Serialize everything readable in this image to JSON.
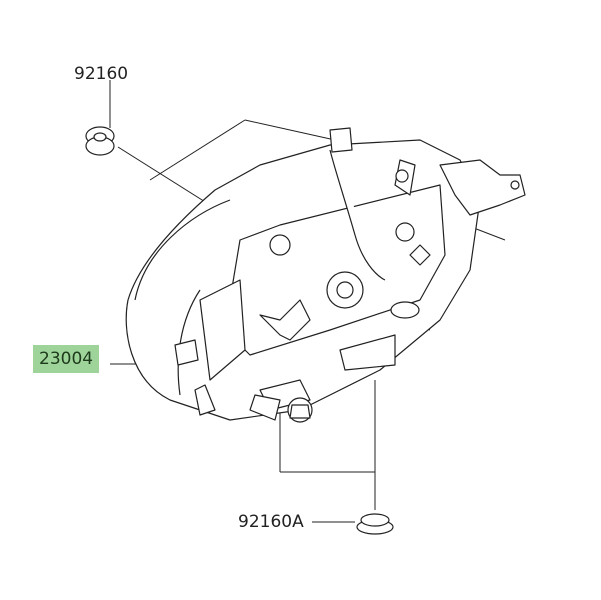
{
  "diagram": {
    "title": "Headlight assembly exploded view",
    "highlight_color": "#9ed49a",
    "parts": [
      {
        "number": "92160",
        "name": "grommet-top"
      },
      {
        "number": "23004",
        "name": "headlight-assembly",
        "highlighted": true
      },
      {
        "number": "92160A",
        "name": "grommet-bottom"
      }
    ]
  }
}
